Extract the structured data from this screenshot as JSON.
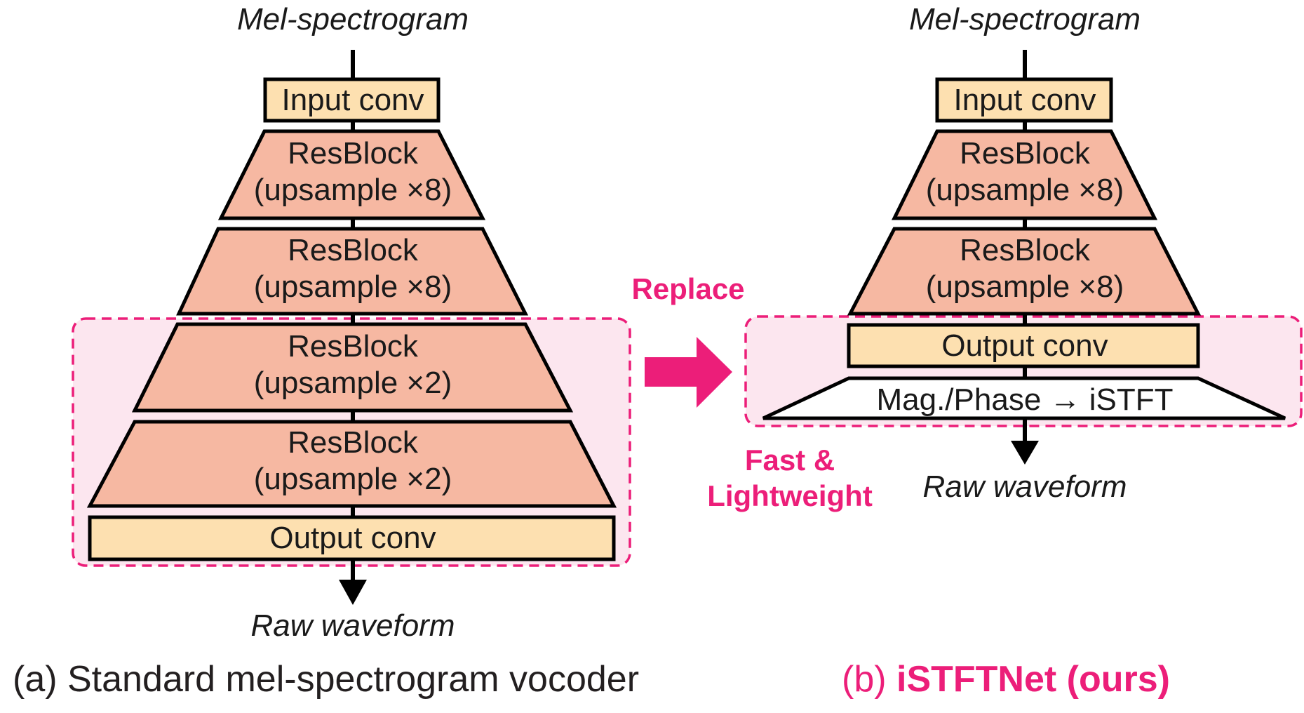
{
  "figure": {
    "accent_color": "#EC1E79",
    "colors": {
      "conv_fill": "#FDE0B0",
      "resblock_fill": "#F6B8A2",
      "highlight_fill": "#FCE6EF"
    }
  },
  "left": {
    "input_label": "Mel-spectrogram",
    "output_label": "Raw waveform",
    "blocks": [
      {
        "type": "conv",
        "label": "Input conv"
      },
      {
        "type": "resblock",
        "line1": "ResBlock",
        "line2": "(upsample ×8)"
      },
      {
        "type": "resblock",
        "line1": "ResBlock",
        "line2": "(upsample ×8)"
      },
      {
        "type": "resblock",
        "line1": "ResBlock",
        "line2": "(upsample ×2)"
      },
      {
        "type": "resblock",
        "line1": "ResBlock",
        "line2": "(upsample ×2)"
      },
      {
        "type": "conv",
        "label": "Output conv"
      }
    ],
    "caption": "(a) Standard mel-spectrogram vocoder"
  },
  "right": {
    "input_label": "Mel-spectrogram",
    "output_label": "Raw waveform",
    "blocks": [
      {
        "type": "conv",
        "label": "Input conv"
      },
      {
        "type": "resblock",
        "line1": "ResBlock",
        "line2": "(upsample ×8)"
      },
      {
        "type": "resblock",
        "line1": "ResBlock",
        "line2": "(upsample ×8)"
      },
      {
        "type": "conv",
        "label": "Output conv"
      },
      {
        "type": "istft",
        "label": "Mag./Phase → iSTFT"
      }
    ],
    "caption_prefix": "(b) ",
    "caption_bold": "iSTFTNet (ours)"
  },
  "annotations": {
    "replace": "Replace",
    "benefit_line1": "Fast &",
    "benefit_line2": "Lightweight"
  }
}
